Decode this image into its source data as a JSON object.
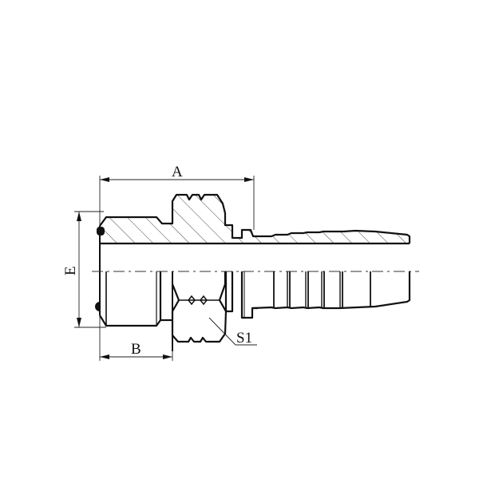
{
  "drawing": {
    "type": "hose fitting cross-section (half section)",
    "colors": {
      "line": "#111111",
      "background": "#ffffff"
    }
  },
  "dimensions": {
    "A": {
      "label": "A"
    },
    "B": {
      "label": "B"
    },
    "E": {
      "label": "E"
    },
    "S1": {
      "label": "S1"
    }
  }
}
